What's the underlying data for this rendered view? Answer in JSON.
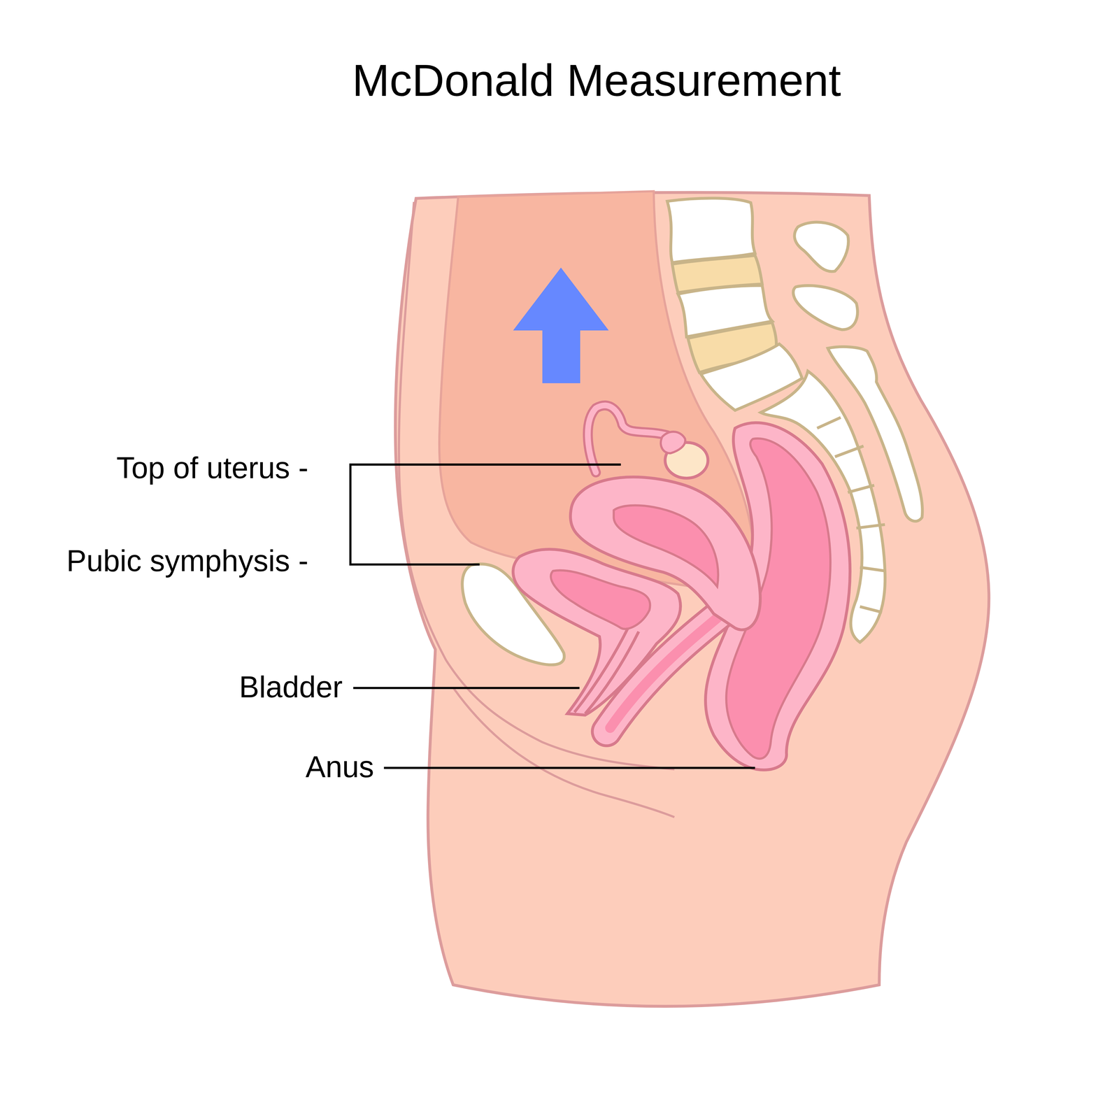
{
  "diagram": {
    "title": "McDonald Measurement",
    "labels": [
      "Top of uterus -",
      "Pubic symphysis -",
      "Bladder",
      "Anus"
    ]
  }
}
